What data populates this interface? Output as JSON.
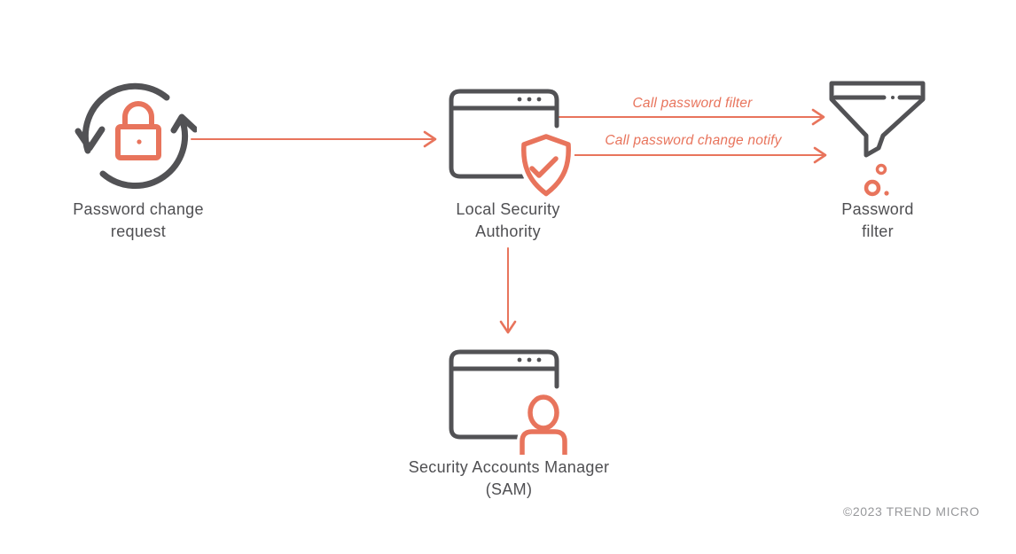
{
  "nodes": {
    "password_change_request": {
      "line1": "Password change",
      "line2": "request"
    },
    "local_security_authority": {
      "line1": "Local Security",
      "line2": "Authority"
    },
    "password_filter": {
      "line1": "Password",
      "line2": "filter"
    },
    "sam": {
      "line1": "Security Accounts Manager",
      "line2": "(SAM)"
    }
  },
  "edge_labels": {
    "call_password_filter": "Call password filter",
    "call_password_change_notify": "Call password change notify"
  },
  "footer": {
    "copyright": "©2023 TREND MICRO"
  },
  "icons": {
    "password_change_request": "cycle-arrows-with-lock",
    "local_security_authority": "browser-window-with-shield-check",
    "password_filter": "funnel-with-droplets",
    "sam": "browser-window-with-user"
  },
  "colors": {
    "accent": "#E8745C",
    "icon_stroke": "#525255",
    "label_text": "#4F4F52",
    "copyright_text": "#97989B",
    "background": "#FFFFFF"
  }
}
